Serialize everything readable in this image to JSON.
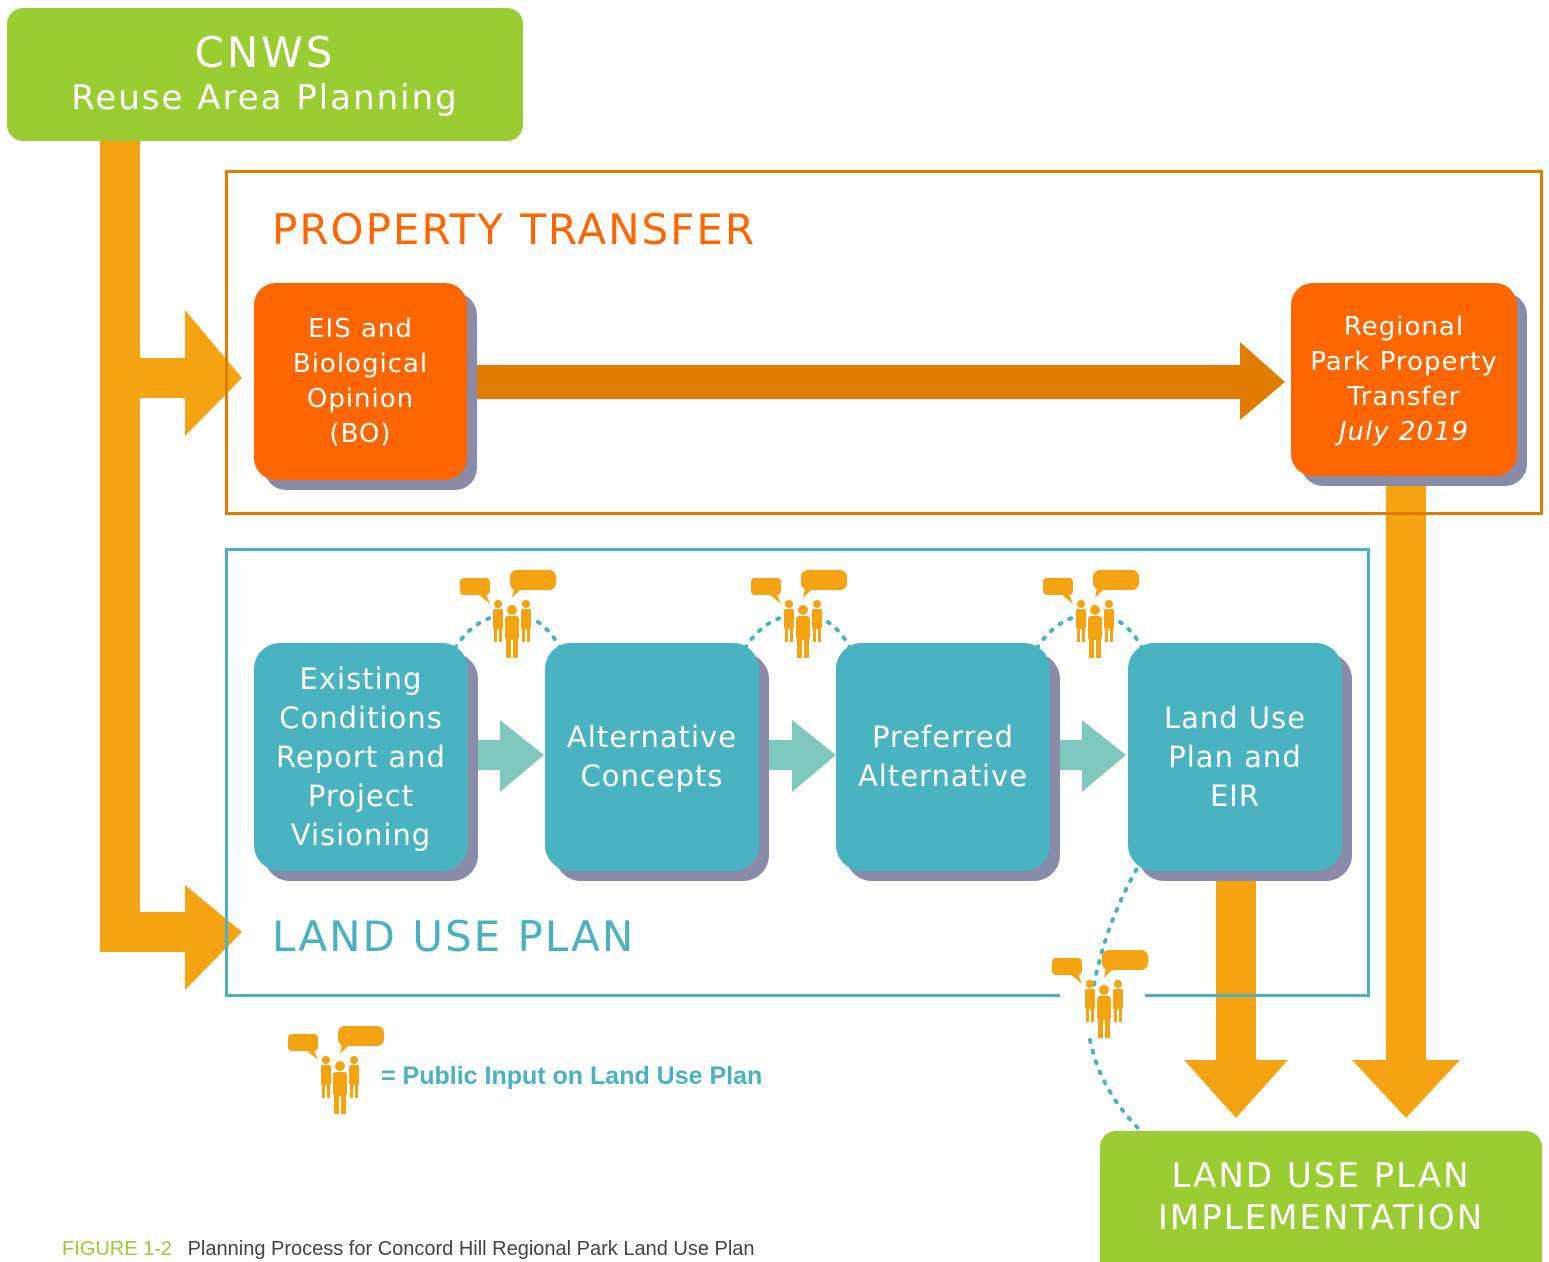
{
  "header": {
    "title": "CNWS",
    "subtitle": "Reuse Area Planning"
  },
  "property_transfer": {
    "title": "PROPERTY TRANSFER",
    "eis_box": [
      "EIS and",
      "Biological",
      "Opinion",
      "(BO)"
    ],
    "transfer_box": [
      "Regional",
      "Park Property",
      "Transfer"
    ],
    "transfer_date": "July 2019"
  },
  "land_use_plan": {
    "title": "LAND USE PLAN",
    "steps": [
      [
        "Existing",
        "Conditions",
        "Report and",
        "Project",
        "Visioning"
      ],
      [
        "Alternative",
        "Concepts"
      ],
      [
        "Preferred",
        "Alternative"
      ],
      [
        "Land Use",
        "Plan and",
        "EIR"
      ]
    ]
  },
  "legend": {
    "text": "= Public Input on Land Use Plan",
    "icon": "public-input-icon"
  },
  "implementation": {
    "title": [
      "LAND USE PLAN",
      "IMPLEMENTATION"
    ]
  },
  "caption": {
    "label": "FIGURE 1-2",
    "text": "Planning Process for Concord Hill Regional Park Land Use Plan"
  },
  "colors": {
    "green": "#9acd32",
    "orange_box": "#ff6600",
    "orange_frame": "#e07c00",
    "arrow_orange": "#f5a311",
    "arrow_dark": "#e07c00",
    "teal": "#4ab3c1",
    "teal_arrow": "#7ec8bd",
    "shadow": "#8a8ba8"
  }
}
